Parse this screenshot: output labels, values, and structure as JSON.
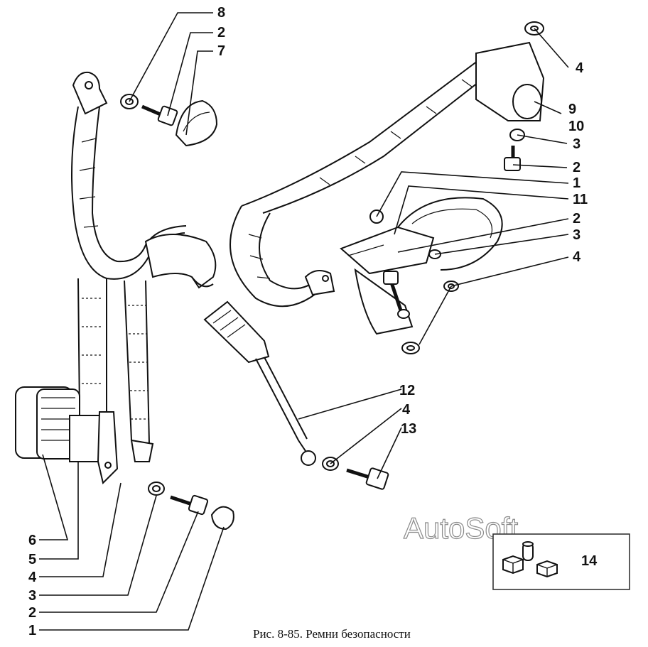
{
  "figure": {
    "caption": "Рис. 8-85. Ремни безопасности",
    "watermark": "AutoSoft",
    "inset_label": "14"
  },
  "callouts": {
    "left_top_8": "8",
    "left_top_2": "2",
    "left_top_7": "7",
    "right_4_top": "4",
    "right_9": "9",
    "right_10": "10",
    "right_3_upper": "3",
    "right_2_upper": "2",
    "right_1": "1",
    "right_11": "11",
    "right_2_lower": "2",
    "right_3_lower": "3",
    "right_4_lower": "4",
    "center_12": "12",
    "center_4": "4",
    "center_13": "13",
    "bottom_6": "6",
    "bottom_5": "5",
    "bottom_4": "4",
    "bottom_3": "3",
    "bottom_2": "2",
    "bottom_1": "1"
  },
  "colors": {
    "ink": "#111111",
    "paper": "#ffffff",
    "inset_border": "#333333"
  }
}
